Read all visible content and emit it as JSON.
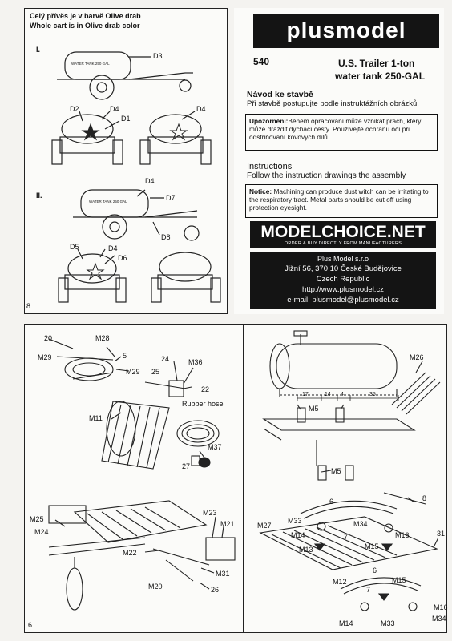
{
  "page_top": {
    "color_note_cz": "Celý přívěs je v barvě Olive drab",
    "color_note_en": "Whole cart is in Olive drab color",
    "step_1": "I.",
    "step_2": "II.",
    "page_number": "8",
    "vehicle_stencil_1": "WATER TANK 250 GAL",
    "vehicle_stencil_2": "WATER TANK 250 GAL",
    "labels": {
      "d3": "D3",
      "d2": "D2",
      "d4a": "D4",
      "d1": "D1",
      "d4b": "D4",
      "d4c": "D4",
      "d7": "D7",
      "d8": "D8",
      "d5": "D5",
      "d4d": "D4",
      "d6": "D6"
    }
  },
  "title_block": {
    "brand": "plusmodel",
    "kit_number": "540",
    "kit_title_line1": "U.S. Trailer 1-ton",
    "kit_title_line2": "water tank 250-GAL",
    "cz_heading": "Návod ke stavbě",
    "cz_text": "Při stavbě postupujte podle instruktážních obrázků.",
    "cz_notice_label": "Upozornění:",
    "cz_notice_text": "Během opracování může vznikat prach, který může dráždit dýchací cesty. Používejte ochranu očí při odstřiňování kovových dílů.",
    "en_heading": "Instructions",
    "en_text": "Follow the instruction drawings the assembly",
    "en_notice_label": "Notice:",
    "en_notice_text": "Machining can produce dust witch can be irritating to the respiratory tract. Metal parts should be cut off using protection eyesight.",
    "modelchoice": "MODELCHOICE.NET",
    "modelchoice_tag": "ORDER & BUY DIRECTLY FROM MANUFACTURERS",
    "company": "Plus Model s.r.o",
    "address": "Jižní  56, 370 10 České Budějovice",
    "country": "Czech Republic",
    "web": "http://www.plusmodel.cz",
    "email": "e-mail: plusmodel@plusmodel.cz"
  },
  "page_bottom_left": {
    "page_number": "6",
    "labels": {
      "p20": "20",
      "m28": "M28",
      "p5": "5",
      "m29a": "M29",
      "m29b": "M29",
      "p24": "24",
      "p25": "25",
      "m36": "M36",
      "p22": "22",
      "rubber_hose": "Rubber hose",
      "m11": "M11",
      "m37": "M37",
      "p27": "27",
      "m25": "M25",
      "m24": "M24",
      "m23": "M23",
      "m21": "M21",
      "m22": "M22",
      "m20": "M20",
      "m31": "M31",
      "p26": "26"
    }
  },
  "page_bottom_right": {
    "labels": {
      "m26": "M26",
      "d17": "17",
      "d14": "14",
      "d4": "4",
      "d35": "35",
      "m5a": "M5",
      "m5b": "M5",
      "p8": "8",
      "p6a": "6",
      "m33a": "M33",
      "m34a": "M34",
      "m27": "M27",
      "m14a": "M14",
      "p7a": "7",
      "m16a": "M16",
      "p31": "31",
      "m13": "M13",
      "m15a": "M15",
      "p6b": "6",
      "m12": "M12",
      "m15b": "M15",
      "p7b": "7",
      "m16b": "M16",
      "m34b": "M34",
      "m14b": "M14",
      "m33b": "M33"
    }
  }
}
